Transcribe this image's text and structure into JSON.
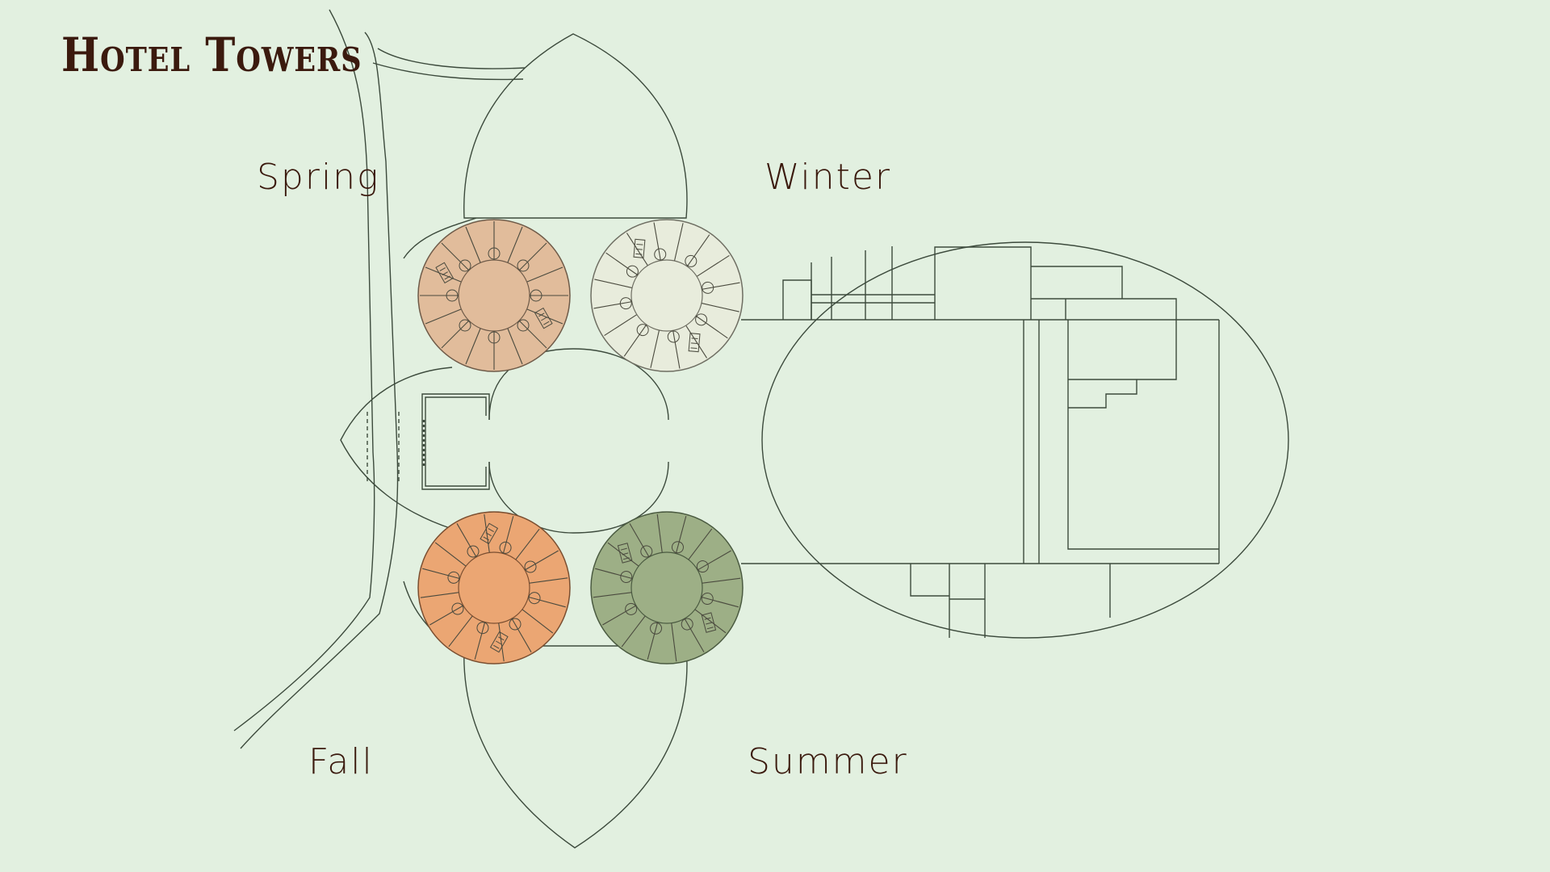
{
  "title": "Hotel Towers",
  "towers": {
    "spring": {
      "label": "Spring",
      "color": "#e1bc9b"
    },
    "winter": {
      "label": "Winter",
      "color": "#e8ecdc"
    },
    "fall": {
      "label": "Fall",
      "color": "#eba673"
    },
    "summer": {
      "label": "Summer",
      "color": "#9daf86"
    }
  },
  "colors": {
    "background": "#e2f0e0",
    "line": "#3c4a3c",
    "text": "#3b1a0e"
  }
}
